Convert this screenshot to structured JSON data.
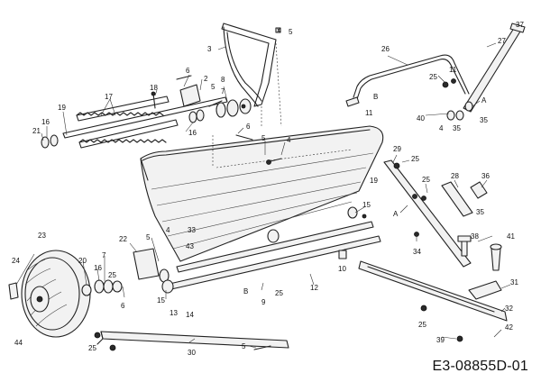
{
  "drawing_ref": "E3-08855D-01",
  "labels": [
    {
      "id": "l1",
      "text": "5"
    },
    {
      "id": "l2",
      "text": "3"
    },
    {
      "id": "l3",
      "text": "6"
    },
    {
      "id": "l4",
      "text": "2"
    },
    {
      "id": "l5",
      "text": "5"
    },
    {
      "id": "l6",
      "text": "18"
    },
    {
      "id": "l7",
      "text": "8"
    },
    {
      "id": "l8",
      "text": "7"
    },
    {
      "id": "l9",
      "text": "17"
    },
    {
      "id": "l10",
      "text": "19"
    },
    {
      "id": "l11",
      "text": "16"
    },
    {
      "id": "l12",
      "text": "21"
    },
    {
      "id": "l13",
      "text": "16"
    },
    {
      "id": "l14",
      "text": "6"
    },
    {
      "id": "l15",
      "text": "5"
    },
    {
      "id": "l16",
      "text": "4"
    },
    {
      "id": "l17",
      "text": "26"
    },
    {
      "id": "l18",
      "text": "B"
    },
    {
      "id": "l19",
      "text": "11"
    },
    {
      "id": "l20",
      "text": "37"
    },
    {
      "id": "l21",
      "text": "27"
    },
    {
      "id": "l22",
      "text": "25"
    },
    {
      "id": "l23",
      "text": "11"
    },
    {
      "id": "l24",
      "text": "A"
    },
    {
      "id": "l25",
      "text": "40"
    },
    {
      "id": "l26",
      "text": "4"
    },
    {
      "id": "l27",
      "text": "35"
    },
    {
      "id": "l28",
      "text": "35"
    },
    {
      "id": "l29",
      "text": "29"
    },
    {
      "id": "l30",
      "text": "25"
    },
    {
      "id": "l31",
      "text": "19"
    },
    {
      "id": "l32",
      "text": "25"
    },
    {
      "id": "l33",
      "text": "28"
    },
    {
      "id": "l34",
      "text": "36"
    },
    {
      "id": "l35",
      "text": "A"
    },
    {
      "id": "l36",
      "text": "35"
    },
    {
      "id": "l37",
      "text": "15"
    },
    {
      "id": "l38",
      "text": "22"
    },
    {
      "id": "l39",
      "text": "5"
    },
    {
      "id": "l40",
      "text": "4"
    },
    {
      "id": "l41",
      "text": "33"
    },
    {
      "id": "l42",
      "text": "43"
    },
    {
      "id": "l43",
      "text": "23"
    },
    {
      "id": "l44",
      "text": "24"
    },
    {
      "id": "l45",
      "text": "20"
    },
    {
      "id": "l46",
      "text": "7"
    },
    {
      "id": "l47",
      "text": "16"
    },
    {
      "id": "l48",
      "text": "25"
    },
    {
      "id": "l49",
      "text": "6"
    },
    {
      "id": "l50",
      "text": "15"
    },
    {
      "id": "l51",
      "text": "13"
    },
    {
      "id": "l52",
      "text": "14"
    },
    {
      "id": "l53",
      "text": "B"
    },
    {
      "id": "l54",
      "text": "9"
    },
    {
      "id": "l55",
      "text": "25"
    },
    {
      "id": "l56",
      "text": "12"
    },
    {
      "id": "l57",
      "text": "10"
    },
    {
      "id": "l58",
      "text": "34"
    },
    {
      "id": "l59",
      "text": "38"
    },
    {
      "id": "l60",
      "text": "41"
    },
    {
      "id": "l61",
      "text": "31"
    },
    {
      "id": "l62",
      "text": "32"
    },
    {
      "id": "l63",
      "text": "25"
    },
    {
      "id": "l64",
      "text": "39"
    },
    {
      "id": "l65",
      "text": "42"
    },
    {
      "id": "l66",
      "text": "44"
    },
    {
      "id": "l67",
      "text": "25"
    },
    {
      "id": "l68",
      "text": "30"
    },
    {
      "id": "l69",
      "text": "5"
    }
  ]
}
